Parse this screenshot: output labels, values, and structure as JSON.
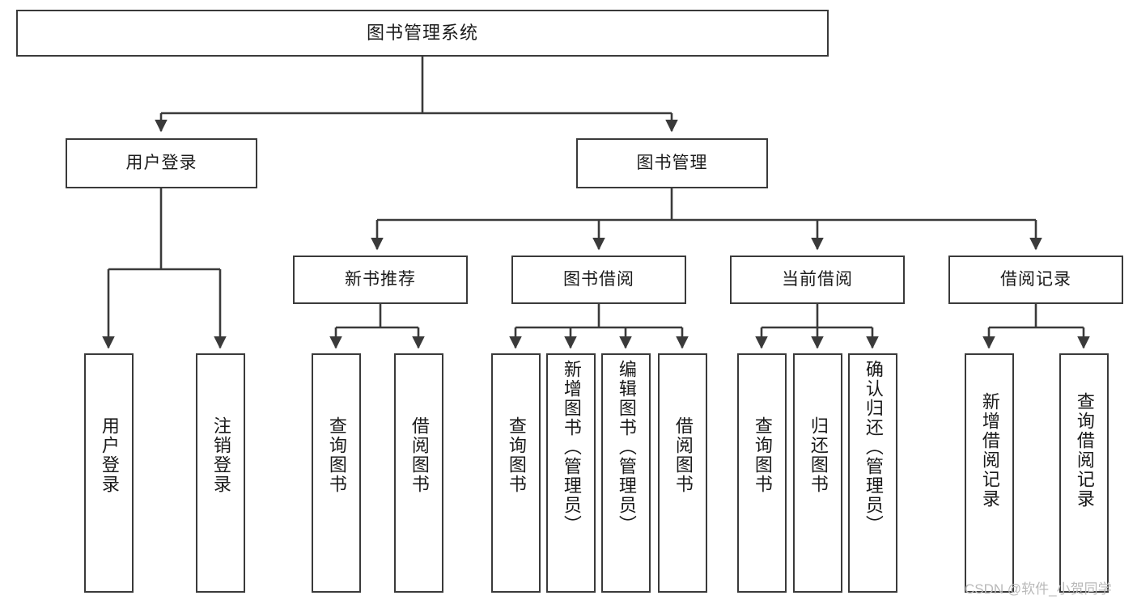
{
  "diagram": {
    "title": "图书管理系统",
    "type": "tree",
    "stroke_color": "#3a3a3a",
    "fill_color": "#ffffff",
    "text_color": "#1a1a1a"
  },
  "nodes": {
    "root": {
      "label": "图书管理系统",
      "level": 0
    },
    "level1": [
      {
        "id": "user-login",
        "label": "用户登录"
      },
      {
        "id": "book-management",
        "label": "图书管理"
      }
    ],
    "level2": [
      {
        "id": "new-book-recommend",
        "label": "新书推荐"
      },
      {
        "id": "book-borrow",
        "label": "图书借阅"
      },
      {
        "id": "current-borrow",
        "label": "当前借阅"
      },
      {
        "id": "borrow-record",
        "label": "借阅记录"
      }
    ],
    "leaves": {
      "user-login": [
        {
          "id": "leaf-user-login",
          "label": "用户登录"
        },
        {
          "id": "leaf-user-logout",
          "label": "注销登录"
        }
      ],
      "new-book-recommend": [
        {
          "id": "leaf-query-book-1",
          "label": "查询图书"
        },
        {
          "id": "leaf-borrow-book-1",
          "label": "借阅图书"
        }
      ],
      "book-borrow": [
        {
          "id": "leaf-query-book-2",
          "label": "查询图书"
        },
        {
          "id": "leaf-add-book",
          "label": "新增图书（管理员）"
        },
        {
          "id": "leaf-edit-book",
          "label": "编辑图书（管理员）"
        },
        {
          "id": "leaf-borrow-book-2",
          "label": "借阅图书"
        }
      ],
      "current-borrow": [
        {
          "id": "leaf-query-book-3",
          "label": "查询图书"
        },
        {
          "id": "leaf-return-book",
          "label": "归还图书"
        },
        {
          "id": "leaf-confirm-return",
          "label": "确认归还（管理员）"
        }
      ],
      "borrow-record": [
        {
          "id": "leaf-add-record",
          "label": "新增借阅记录"
        },
        {
          "id": "leaf-query-record",
          "label": "查询借阅记录"
        }
      ]
    }
  },
  "watermark": {
    "text": "CSDN @软件_小贺同学"
  }
}
